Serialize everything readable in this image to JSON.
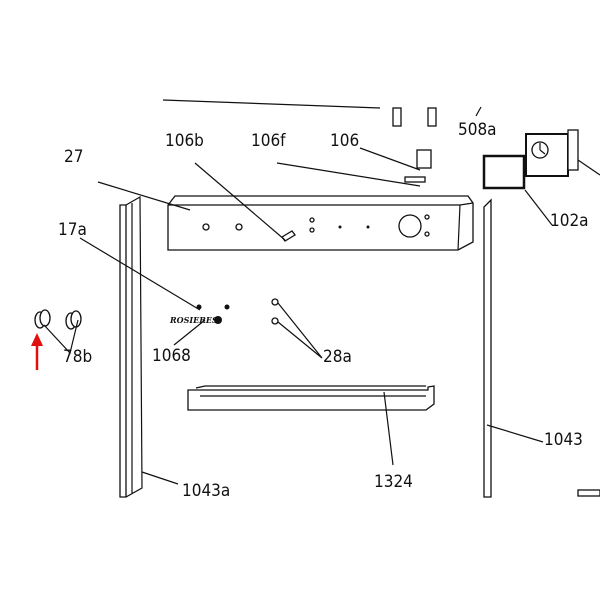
{
  "diagram": {
    "labels": {
      "p27": "27",
      "p106b": "106b",
      "p106f": "106f",
      "p106": "106",
      "p508a": "508a",
      "p102a": "102a",
      "p17a": "17a",
      "p78b": "78b",
      "p1068": "1068",
      "p28a": "28a",
      "p1324": "1324",
      "p1043": "1043",
      "p1043a": "1043a"
    },
    "brand_text": "ROSIERES",
    "highlight_arrow_color": "#e01010"
  }
}
